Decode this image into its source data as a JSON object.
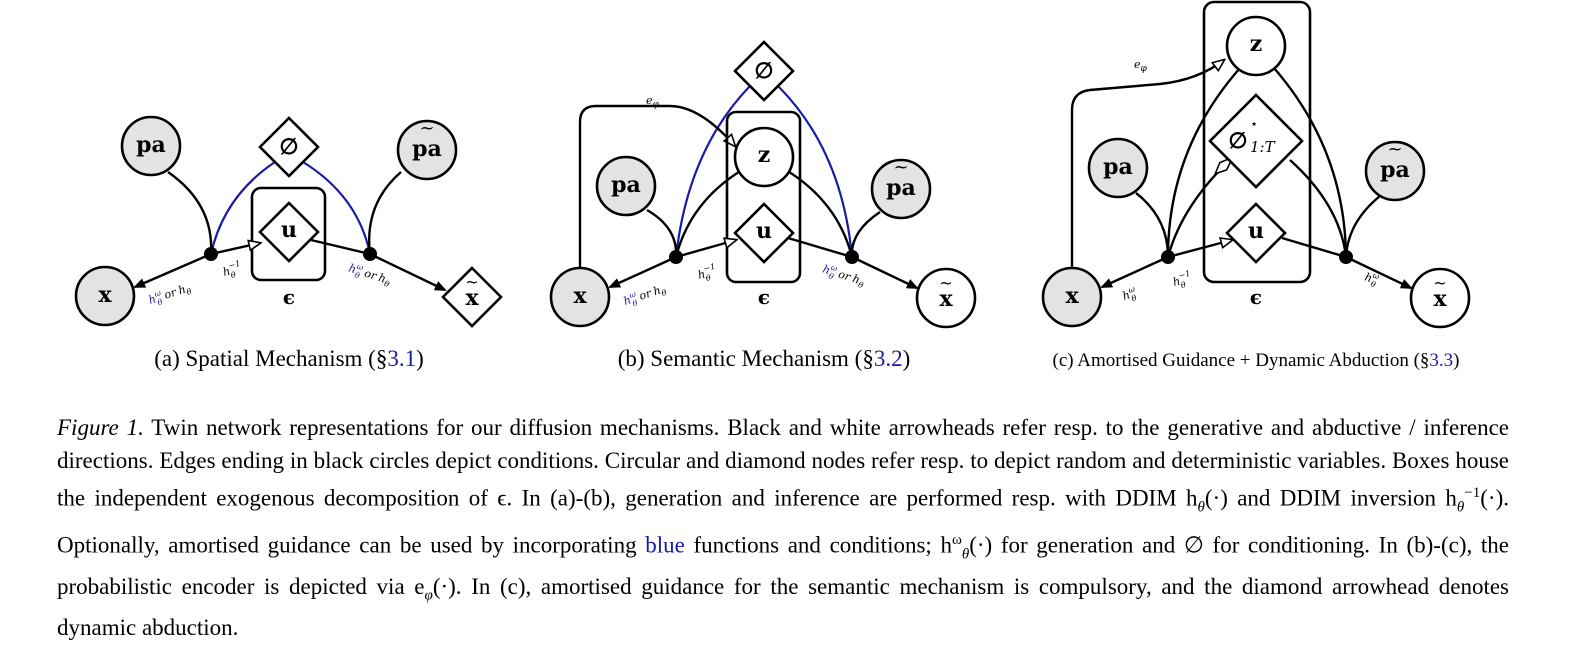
{
  "panels": [
    {
      "id": "a",
      "caption_prefix": "(a) Spatial Mechanism (§",
      "caption_ref": "3.1",
      "caption_suffix": ")",
      "nodes": {
        "pa": "pa",
        "pa_cf": "pa",
        "null": "∅",
        "u": "u",
        "x": "x",
        "x_cf": "x",
        "eps": "ϵ"
      },
      "edge_labels": {
        "inv": "h",
        "inv_sup": "−1",
        "inv_sub": "θ",
        "gen_w": "h",
        "gen_w_sup": "ω",
        "gen_w_sub": "θ",
        "or": "or",
        "gen": "h",
        "gen_sub": "θ"
      }
    },
    {
      "id": "b",
      "caption_prefix": "(b) Semantic Mechanism (§",
      "caption_ref": "3.2",
      "caption_suffix": ")",
      "nodes": {
        "pa": "pa",
        "pa_cf": "pa",
        "null": "∅",
        "z": "z",
        "u": "u",
        "x": "x",
        "x_cf": "x",
        "eps": "ϵ"
      },
      "edge_labels": {
        "enc": "e",
        "enc_sub": "φ",
        "inv": "h",
        "inv_sup": "−1",
        "inv_sub": "θ",
        "gen_w": "h",
        "gen_w_sup": "ω",
        "gen_w_sub": "θ",
        "or": "or",
        "gen": "h",
        "gen_sub": "θ"
      }
    },
    {
      "id": "c",
      "caption_prefix": "(c) Amortised Guidance + Dynamic Abduction (§",
      "caption_ref": "3.3",
      "caption_suffix": ")",
      "nodes": {
        "pa": "pa",
        "pa_cf": "pa",
        "null_star": "∅",
        "null_sup": "⋆",
        "null_sub": "1:T",
        "z": "z",
        "u": "u",
        "x": "x",
        "x_cf": "x",
        "eps": "ϵ"
      },
      "edge_labels": {
        "enc": "e",
        "enc_sub": "φ",
        "inv": "h",
        "inv_sup": "−1",
        "inv_sub": "θ",
        "gen_w": "h",
        "gen_w_sup": "ω",
        "gen_w_sub": "θ"
      }
    }
  ],
  "caption": {
    "label": "Figure 1.",
    "text_1": " Twin network representations for our diffusion mechanisms. Black and white arrowheads refer resp. to the generative and abductive / inference directions. Edges ending in black circles depict conditions. Circular and diamond nodes refer resp. to depict random and deterministic variables. Boxes house the independent exogenous decomposition of ϵ. In (a)-(b), generation and inference are performed resp. with DDIM h",
    "text_1b": "θ",
    "text_2": "(·) and DDIM inversion h",
    "text_2b": "θ",
    "text_2c": "−1",
    "text_3": "(·). Optionally, amortised guidance can be used by incorporating ",
    "blue_word": "blue",
    "text_4": " functions and conditions; h",
    "text_4b": "ω",
    "text_4c": "θ",
    "text_5": "(·) for generation and ∅ for conditioning. In (b)-(c), the probabilistic encoder is depicted via e",
    "text_5b": "φ",
    "text_6": "(·). In (c), amortised guidance for the semantic mechanism is compulsory, and the diamond arrowhead denotes dynamic abduction."
  },
  "colors": {
    "guidance_blue": "#1a1aa8",
    "observed_fill": "#e3e3e3"
  }
}
